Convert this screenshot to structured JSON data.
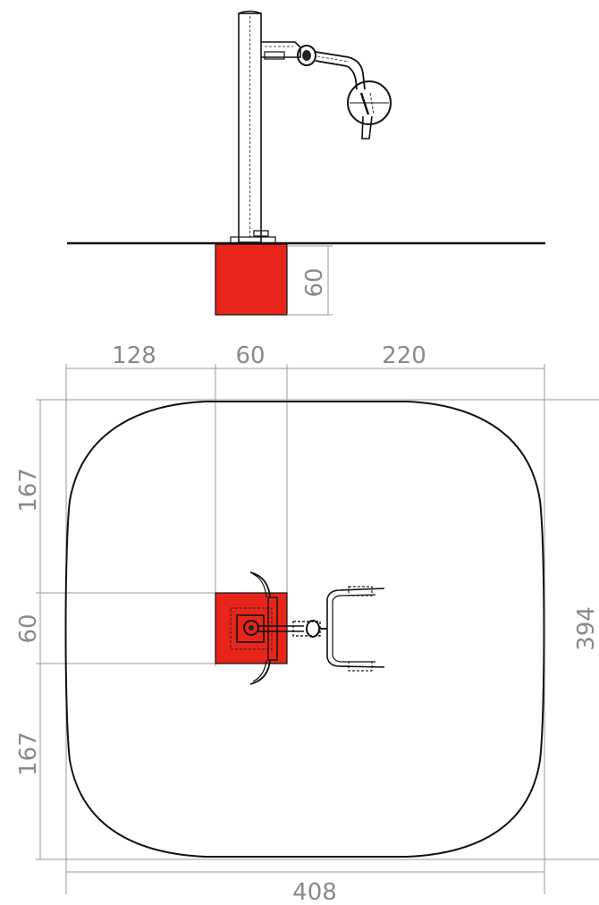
{
  "colors": {
    "foundation_fill": "#e8251b",
    "line": "#111111",
    "dimension": "#8a8a8a"
  },
  "elevation_view": {
    "foundation_depth_label": "60"
  },
  "plan_view": {
    "top_dims": {
      "left": "128",
      "center": "60",
      "right": "220"
    },
    "left_dims": {
      "top": "167",
      "middle": "60",
      "bottom": "167"
    },
    "right_dim": "394",
    "bottom_dim": "408"
  }
}
